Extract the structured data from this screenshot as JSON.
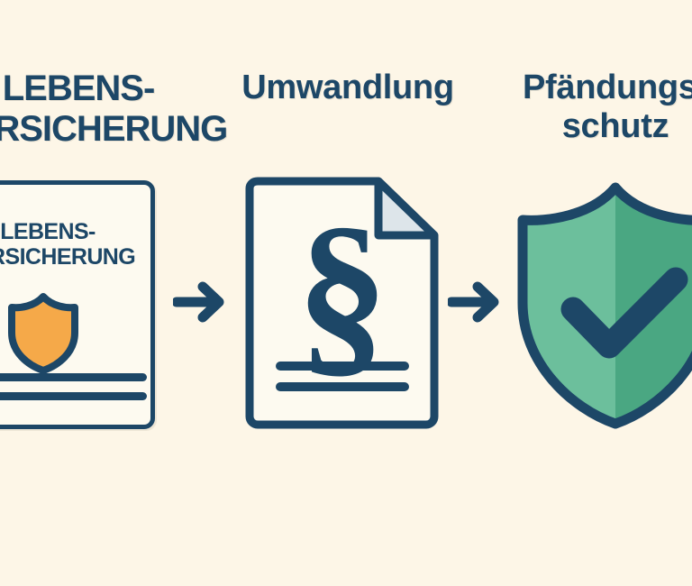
{
  "background_color": "#fdf6e7",
  "accent_colors": {
    "navy": "#1d4767",
    "orange": "#f5a949",
    "green_light": "#6cbf9c",
    "green_dark": "#4aa782",
    "paper": "#fdfaf0",
    "fold": "#dde5ea"
  },
  "stages": [
    {
      "id": "lebensversicherung",
      "heading": "LEBENS-\nVERSICHERUNG",
      "card": {
        "title": "LEBENS-\nVERSICHERUNG",
        "icon": "shield-icon",
        "lines": 2
      }
    },
    {
      "id": "umwandlung",
      "heading": "Umwandlung",
      "document": {
        "symbol": "§",
        "icon": "paragraph-document-icon",
        "lines": 2
      }
    },
    {
      "id": "pfaendungsschutz",
      "heading": "Pfändungs-\nschutz",
      "shield": {
        "icon": "shield-check-icon",
        "mark": "✓"
      }
    }
  ],
  "arrows": [
    {
      "id": "arrow-1",
      "icon": "arrow-right-icon",
      "direction": "right"
    },
    {
      "id": "arrow-2",
      "icon": "arrow-right-icon",
      "direction": "right"
    }
  ]
}
